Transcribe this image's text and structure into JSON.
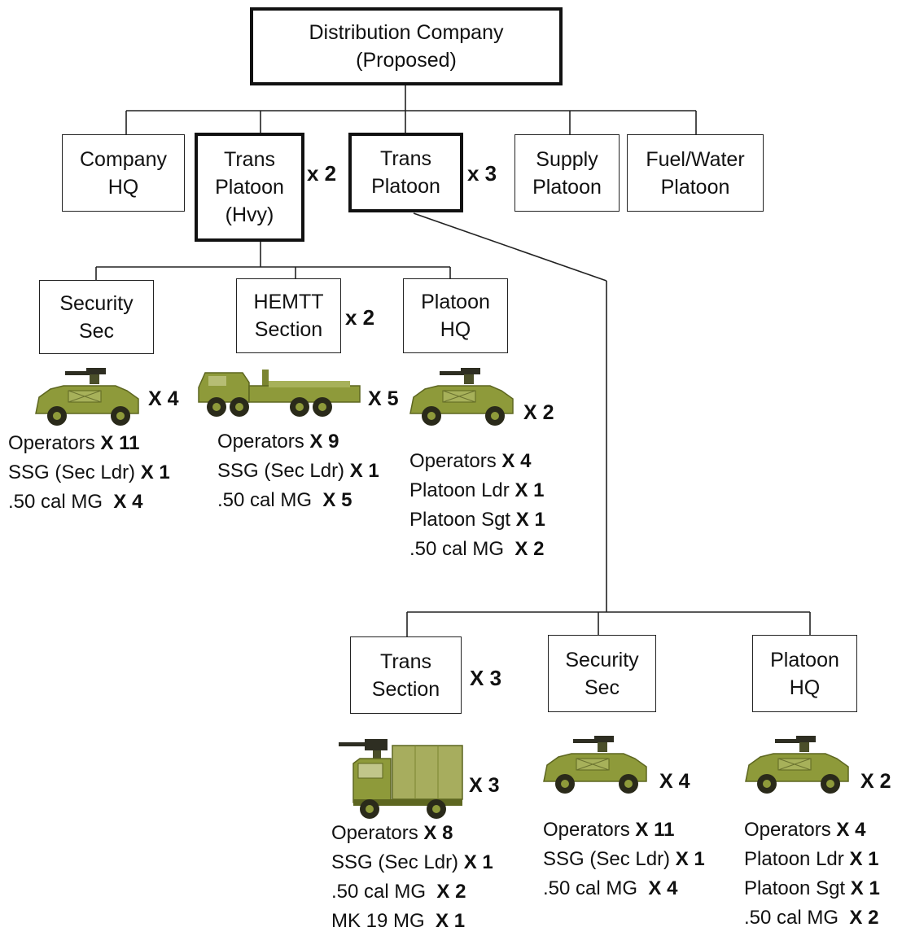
{
  "title": {
    "line1": "Distribution Company",
    "line2": "(Proposed)"
  },
  "level1": {
    "company_hq": {
      "line1": "Company",
      "line2": "HQ"
    },
    "trans_platoon_hvy": {
      "line1": "Trans",
      "line2": "Platoon",
      "line3": "(Hvy)",
      "mult": "x 2"
    },
    "trans_platoon": {
      "line1": "Trans",
      "line2": "Platoon",
      "mult": "x 3"
    },
    "supply_platoon": {
      "line1": "Supply",
      "line2": "Platoon"
    },
    "fuel_water_platoon": {
      "line1": "Fuel/Water",
      "line2": "Platoon"
    }
  },
  "hvy_children": {
    "security_sec": {
      "line1": "Security",
      "line2": "Sec",
      "vehicle_icon": "humvee-icon",
      "vehicle_count": "X 4",
      "items": [
        {
          "label": "Operators",
          "qty": "X 11"
        },
        {
          "label": "SSG (Sec Ldr)",
          "qty": "X 1"
        },
        {
          "label": ".50 cal MG",
          "qty": "X 4"
        }
      ]
    },
    "hemtt_section": {
      "line1": "HEMTT",
      "line2": "Section",
      "mult": "x 2",
      "vehicle_icon": "hemtt-truck-icon",
      "vehicle_count": "X 5",
      "items": [
        {
          "label": "Operators",
          "qty": "X 9"
        },
        {
          "label": "SSG (Sec Ldr)",
          "qty": "X 1"
        },
        {
          "label": ".50 cal MG",
          "qty": "X 5"
        }
      ]
    },
    "platoon_hq": {
      "line1": "Platoon",
      "line2": "HQ",
      "vehicle_icon": "humvee-icon",
      "vehicle_count": "X 2",
      "items": [
        {
          "label": "Operators",
          "qty": "X 4"
        },
        {
          "label": "Platoon Ldr",
          "qty": "X 1"
        },
        {
          "label": "Platoon Sgt",
          "qty": "X 1"
        },
        {
          "label": ".50 cal MG",
          "qty": "X 2"
        }
      ]
    }
  },
  "trans_children": {
    "trans_section": {
      "line1": "Trans",
      "line2": "Section",
      "mult": "X 3",
      "vehicle_icon": "cargo-truck-icon",
      "vehicle_count": "X 3",
      "items": [
        {
          "label": "Operators",
          "qty": "X 8"
        },
        {
          "label": "SSG (Sec Ldr)",
          "qty": "X 1"
        },
        {
          "label": ".50 cal MG",
          "qty": "X 2"
        },
        {
          "label": "MK 19 MG",
          "qty": "X 1"
        }
      ]
    },
    "security_sec": {
      "line1": "Security",
      "line2": "Sec",
      "vehicle_icon": "humvee-icon",
      "vehicle_count": "X 4",
      "items": [
        {
          "label": "Operators",
          "qty": "X 11"
        },
        {
          "label": "SSG (Sec Ldr)",
          "qty": "X 1"
        },
        {
          "label": ".50 cal MG",
          "qty": "X 4"
        }
      ]
    },
    "platoon_hq": {
      "line1": "Platoon",
      "line2": "HQ",
      "vehicle_icon": "humvee-icon",
      "vehicle_count": "X 2",
      "items": [
        {
          "label": "Operators",
          "qty": "X 4"
        },
        {
          "label": "Platoon Ldr",
          "qty": "X 1"
        },
        {
          "label": "Platoon Sgt",
          "qty": "X 1"
        },
        {
          "label": ".50 cal MG",
          "qty": "X 2"
        }
      ]
    }
  },
  "colors": {
    "vehicle_body": "#8e9a3a",
    "vehicle_dark": "#5d6620",
    "wheel": "#2a2a1a",
    "line": "#222222"
  }
}
